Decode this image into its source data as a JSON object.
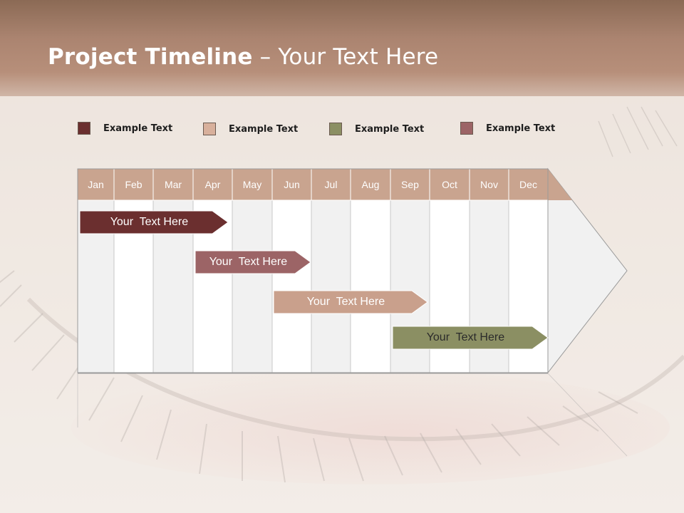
{
  "title": {
    "bold": "Project Timeline",
    "rest": " – Your Text Here"
  },
  "legend": [
    {
      "label": "Example Text",
      "color": "#6b2f2f"
    },
    {
      "label": "Example Text",
      "color": "#d8b09c"
    },
    {
      "label": "Example Text",
      "color": "#8b8f63"
    },
    {
      "label": "Example Text",
      "color": "#9c6466"
    }
  ],
  "months": [
    "Jan",
    "Feb",
    "Mar",
    "Apr",
    "May",
    "Jun",
    "Jul",
    "Aug",
    "Sep",
    "Oct",
    "Nov",
    "Dec"
  ],
  "tasks": [
    {
      "label": "Your  Text Here",
      "color": "#6b2f2f"
    },
    {
      "label": "Your  Text Here",
      "color": "#9c6466"
    },
    {
      "label": "Your  Text Here",
      "color": "#c9a08c"
    },
    {
      "label": "Your  Text Here",
      "color": "#8b8f63"
    }
  ],
  "colors": {
    "header": "#c9a48f",
    "column_light": "#f1f1f1",
    "column_white": "#ffffff"
  }
}
